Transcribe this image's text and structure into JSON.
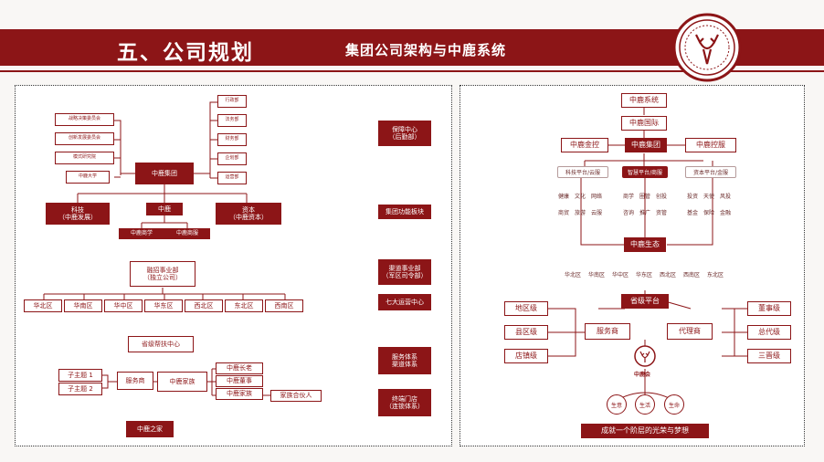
{
  "header": {
    "title": "五、公司规划",
    "subtitle": "集团公司架构与中鹿系统",
    "brand_color": "#8c1517"
  },
  "left": {
    "committees": [
      "战略决策委员会",
      "创新发展委员会",
      "模式研究院",
      "中鹿大学"
    ],
    "departments": [
      "行政部",
      "法务部",
      "财务部",
      "企划部",
      "运营部"
    ],
    "group": "中鹿集团",
    "tech": "科技\n（中鹿发展）",
    "zhonglu": "中鹿",
    "capital": "资本\n（中鹿资本）",
    "zl_sub": [
      "中鹿商学",
      "中鹿商服"
    ],
    "func_center": "保障中心\n（后勤部）",
    "func_block": "集团功能板块",
    "channel_dept": "渠道事业部\n（军区司令部）",
    "seven_centers": "七大运营中心",
    "rongzhao": "融招事业部\n（独立公司）",
    "regions": [
      "华北区",
      "华南区",
      "华中区",
      "华东区",
      "西北区",
      "东北区",
      "西南区"
    ],
    "province_center": "省级帮扶中心",
    "themes": [
      "子主题 1",
      "子主题 2"
    ],
    "service_provider": "服务商",
    "family": "中鹿家族",
    "family_members": [
      "中鹿长老",
      "中鹿董事",
      "中鹿家族"
    ],
    "family_partner": "家族合伙人",
    "service_system": "服务体系\n渠道体系",
    "terminal": "终端门店\n（连锁体系）",
    "home": "中鹿之家"
  },
  "right": {
    "system": "中鹿系统",
    "intl": "中鹿国际",
    "gold": "中鹿金控",
    "group": "中鹿集团",
    "holding": "中鹿控服",
    "platforms": [
      "科技平台/云服",
      "智慧平台/商服",
      "资本平台/金服"
    ],
    "tech_items": [
      "健康",
      "文化",
      "网络",
      "商贸",
      "旅游",
      "云服"
    ],
    "smart_items": [
      "商学",
      "圈管",
      "创投",
      "咨询",
      "推广",
      "资管"
    ],
    "capital_items": [
      "投资",
      "天使",
      "风投",
      "基金",
      "保险",
      "金融"
    ],
    "ecology": "中鹿生态",
    "regions": [
      "华北区",
      "华南区",
      "华中区",
      "华东区",
      "西北区",
      "西南区",
      "东北区"
    ],
    "province_platform": "省级平台",
    "levels": [
      "地区级",
      "县区级",
      "店镇级"
    ],
    "service_provider": "服务商",
    "agent": "代理商",
    "board": [
      "董事级",
      "总代级",
      "三晋级"
    ],
    "logo_text": "中鹿会",
    "circles": [
      "生意",
      "生活",
      "生命"
    ],
    "slogan": "成就一个阶层的光荣与梦想"
  }
}
